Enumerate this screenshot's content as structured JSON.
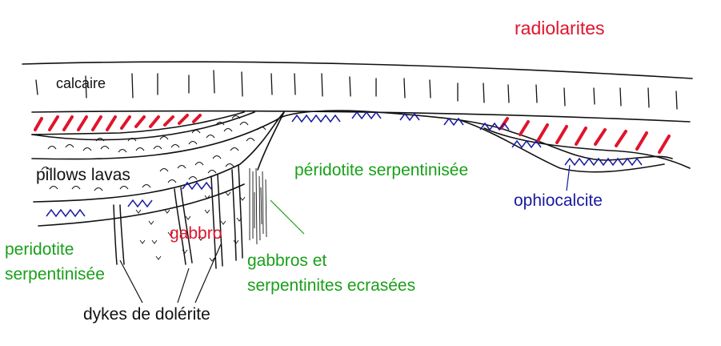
{
  "labels": {
    "radiolarites": "radiolarites",
    "calcaire": "calcaire",
    "pillows_lavas": "pillows lavas",
    "peridotite_serpentinisee_right": "péridotite serpentinisée",
    "ophiocalcite": "ophiocalcite",
    "gabbro": "gabbro",
    "peridotite_left_line1": "peridotite",
    "peridotite_left_line2": "serpentinisée",
    "gabbros_line1": "gabbros  et",
    "gabbros_line2": "serpentinites ecrasées",
    "dykes": "dykes de dolérite"
  },
  "colors": {
    "ink": "#111111",
    "red": "#e0142b",
    "green": "#19a019",
    "blue": "#1a1aa0"
  }
}
